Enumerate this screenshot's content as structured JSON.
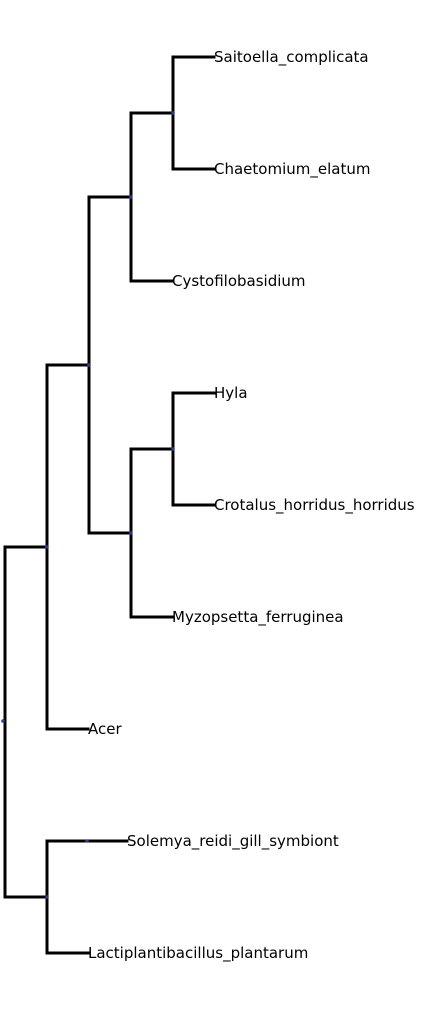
{
  "tree": {
    "leaves": [
      {
        "id": "saitoella",
        "label": "Saitoella_complicata"
      },
      {
        "id": "chaetomium",
        "label": "Chaetomium_elatum"
      },
      {
        "id": "cystofilobasidium",
        "label": "Cystofilobasidium"
      },
      {
        "id": "hyla",
        "label": "Hyla"
      },
      {
        "id": "crotalus",
        "label": "Crotalus_horridus_horridus"
      },
      {
        "id": "myzopsetta",
        "label": "Myzopsetta_ferruginea"
      },
      {
        "id": "acer",
        "label": "Acer"
      },
      {
        "id": "solemya",
        "label": "Solemya_reidi_gill_symbiont"
      },
      {
        "id": "lactiplantibacillus",
        "label": "Lactiplantibacillus_plantarum"
      }
    ],
    "newick": "((((Saitoella_complicata,Chaetomium_elatum),Cystofilobasidium),((Hyla,Crotalus_horridus_horridus),Myzopsetta_ferruginea)),Acer),(Solemya_reidi_gill_symbiont,Lactiplantibacillus_plantarum));",
    "colors": {
      "branch": "#000000",
      "node": "#2a3f8f",
      "label": "#000000"
    }
  }
}
